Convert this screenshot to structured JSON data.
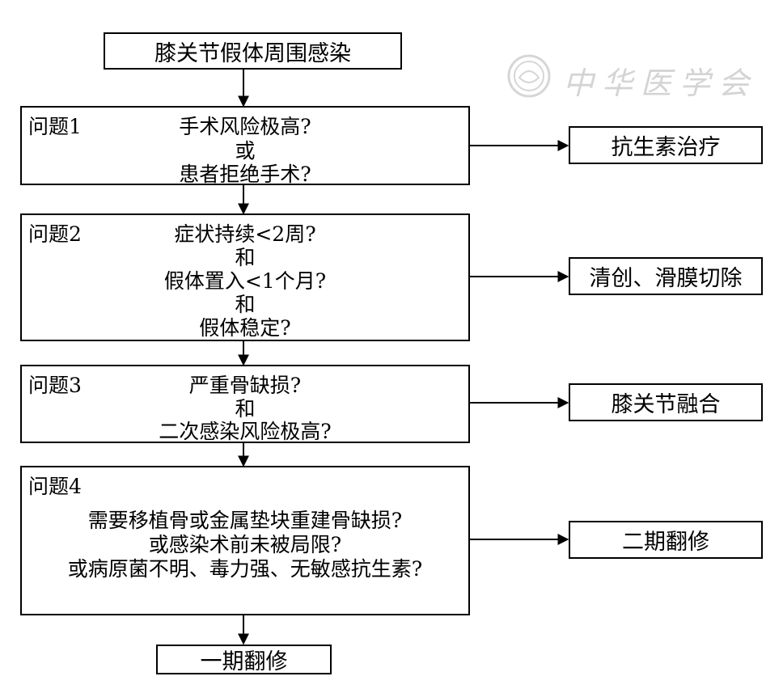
{
  "top": {
    "label": "膝关节假体周围感染"
  },
  "questions": [
    {
      "label": "问题1",
      "lines": [
        "手术风险极高?",
        "或",
        "患者拒绝手术?"
      ]
    },
    {
      "label": "问题2",
      "lines": [
        "症状持续<2周?",
        "和",
        "假体置入<1个月?",
        "和",
        "假体稳定?"
      ]
    },
    {
      "label": "问题3",
      "lines": [
        "严重骨缺损?",
        "和",
        "二次感染风险极高?"
      ]
    },
    {
      "label": "问题4",
      "lines": [
        "需要移植骨或金属垫块重建骨缺损?",
        "或感染术前未被局限?",
        "或病原菌不明、毒力强、无敏感抗生素?"
      ]
    }
  ],
  "outcomes": [
    {
      "label": "抗生素治疗"
    },
    {
      "label": "清创、滑膜切除"
    },
    {
      "label": "膝关节融合"
    },
    {
      "label": "二期翻修"
    }
  ],
  "bottom": {
    "label": "一期翻修"
  },
  "watermark": {
    "text": "中华医学会"
  }
}
